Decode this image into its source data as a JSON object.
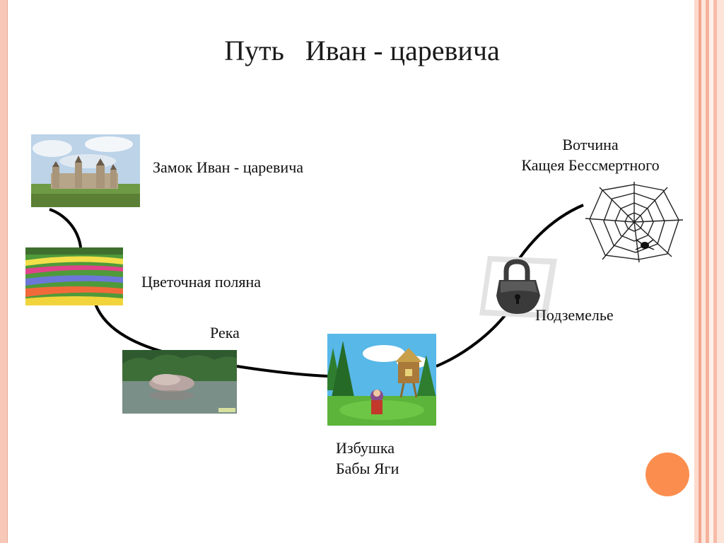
{
  "slide": {
    "title": "Путь   Иван - царевича",
    "accent_color": "#fb8e4f",
    "frame_color": "#f7c8b8"
  },
  "nodes": [
    {
      "id": "castle",
      "label": "Замок Иван - царевича",
      "icon": "castle-photo"
    },
    {
      "id": "meadow",
      "label": "Цветочная поляна",
      "icon": "flower-meadow-photo"
    },
    {
      "id": "river",
      "label": "Река",
      "icon": "river-photo"
    },
    {
      "id": "hut",
      "label_line1": "Избушка",
      "label_line2": "Бабы Яги",
      "icon": "baba-yaga-hut-picture"
    },
    {
      "id": "dungeon",
      "label": "Подземелье",
      "icon": "padlock-icon"
    },
    {
      "id": "domain",
      "label_line1": "Вотчина",
      "label_line2": "Кащея Бессмертного",
      "icon": "spider-web-icon"
    }
  ]
}
